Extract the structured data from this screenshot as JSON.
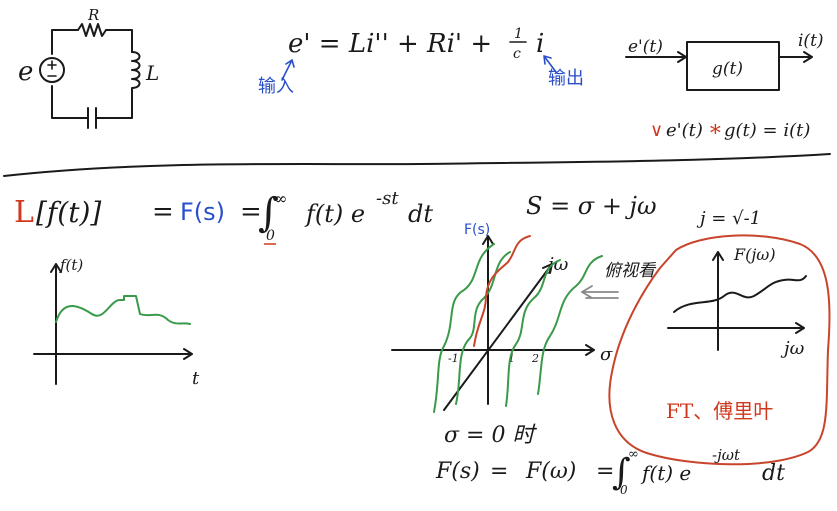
{
  "circuit": {
    "r_label": "R",
    "l_label": "L",
    "source_label": "e"
  },
  "equation": {
    "text": "e' = Li'' + Ri' + ",
    "frac_num": "1",
    "frac_den": "c",
    "tail": "i",
    "input_note": "输入",
    "output_note": "输出"
  },
  "block": {
    "input": "e'(t)",
    "box": "g(t)",
    "output": "i(t)",
    "check": "∨",
    "conv_e": "e'(t)",
    "conv_star": "∗",
    "conv_rest": "g(t) = i(t)"
  },
  "laplace": {
    "lhs_L": "L",
    "lhs_arg": "[f(t)]",
    "eq1": "=",
    "Fs": "F(s)",
    "eq2": "=",
    "integral": "∫",
    "upper": "∞",
    "lower": "0",
    "integrand": "f(t) e",
    "exponent": "-st",
    "dt": "dt"
  },
  "s_def": "S = σ + jω",
  "j_def": "j = √-1",
  "time_plot": {
    "ylabel": "f(t)",
    "xlabel": "t"
  },
  "s_plane": {
    "ylabel": "F(s)",
    "jw_label": "jω",
    "sigma_label": "σ",
    "tick_neg1": "-1",
    "tick_1": "1",
    "tick_2": "2",
    "view_note": "俯视看",
    "arrow_glyph": "⇐",
    "sigma_zero": "σ = 0 时"
  },
  "ft_panel": {
    "ylabel": "F(jω)",
    "xlabel": "jω",
    "note": "FT、傅里叶"
  },
  "bottom_eq": {
    "lhs": "F(s)",
    "eq1": "=",
    "mid": "F(ω)",
    "eq2": "=",
    "integral": "∫",
    "upper": "∞",
    "lower": "0",
    "integrand": "f(t) e",
    "exponent": "-jωt",
    "dt": "dt"
  },
  "colors": {
    "ink": "#1a1a1a",
    "blue": "#2a4fc9",
    "red": "#d0391f",
    "green": "#3a9a4a",
    "background": "#ffffff"
  }
}
